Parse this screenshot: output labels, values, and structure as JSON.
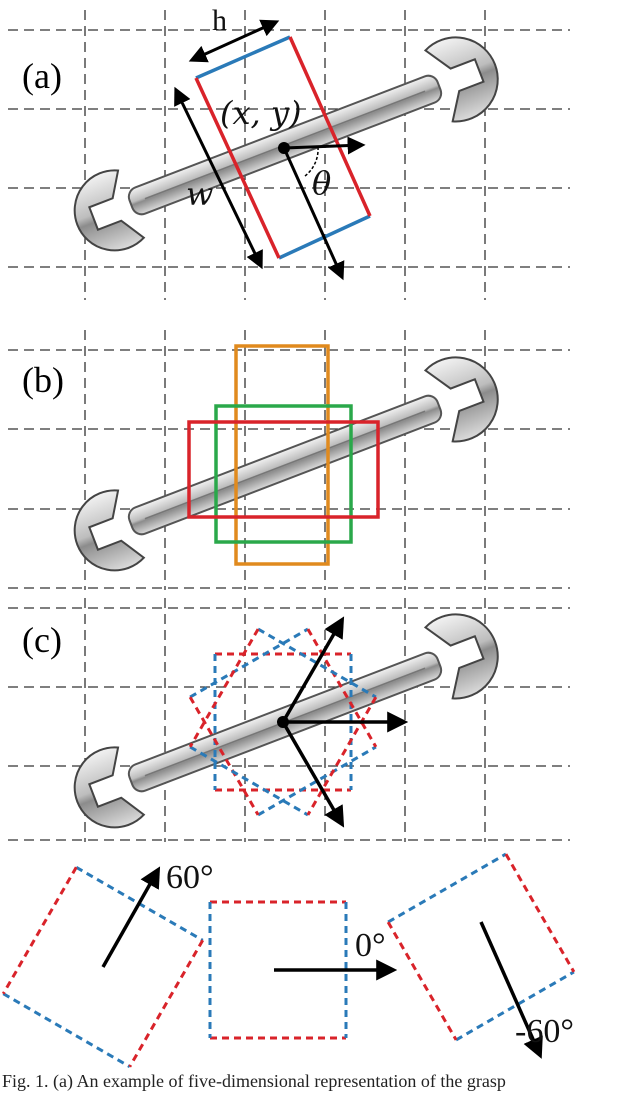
{
  "panels": {
    "a": {
      "label": "(a)"
    },
    "b": {
      "label": "(b)"
    },
    "c": {
      "label": "(c)"
    }
  },
  "annotations": {
    "height": "h",
    "width": "w",
    "center": "(x, y)",
    "angle": "θ"
  },
  "angle_examples": [
    {
      "label": "60°"
    },
    {
      "label": "0°"
    },
    {
      "label": "-60°"
    }
  ],
  "colors": {
    "red": "#d9232a",
    "blue": "#2a7ab8",
    "green": "#2aa84a",
    "orange": "#e08a1e",
    "wrench": "#8a8a8a",
    "arrow": "#000000"
  },
  "caption": "Fig. 1. (a) An example of five-dimensional representation of the grasp"
}
